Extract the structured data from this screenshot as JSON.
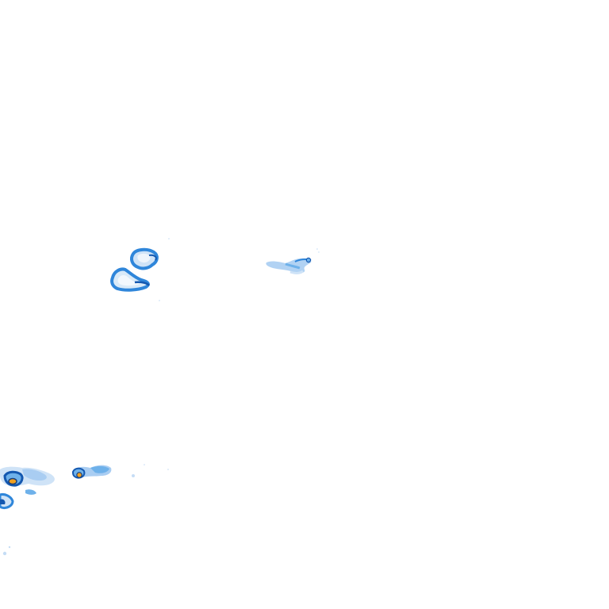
{
  "map": {
    "kind": "precipitation-radar-overlay",
    "background": "#ffffff",
    "legend_visible": false,
    "labels_visible": false
  },
  "intensity_colors": {
    "very_light": "#cfe3f7",
    "light": "#a9cdf2",
    "moderate": "#6eb1ea",
    "heavy": "#2f86da",
    "very_heavy": "#1458b0",
    "outline": "#0d3f86",
    "core": "#f0a020",
    "core_edge": "#1a3f7a"
  },
  "cells": [
    {
      "id": "cell-north-upper",
      "intensity": "heavy"
    },
    {
      "id": "cell-north-lower",
      "intensity": "heavy"
    },
    {
      "id": "cell-east-band",
      "intensity": "moderate"
    },
    {
      "id": "cell-southwest-main",
      "intensity": "very_heavy",
      "has_core": true
    },
    {
      "id": "cell-southwest-mid",
      "intensity": "heavy",
      "has_core": true
    },
    {
      "id": "cell-southwest-edge",
      "intensity": "heavy"
    }
  ]
}
